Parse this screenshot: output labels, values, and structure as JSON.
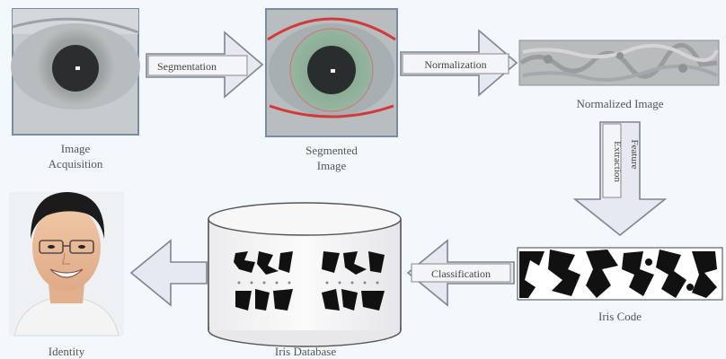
{
  "stages": {
    "acquisition": {
      "caption_line1": "Image",
      "caption_line2": "Acquisition"
    },
    "segmented": {
      "caption_line1": "Segmented",
      "caption_line2": "Image"
    },
    "normalized": {
      "caption": "Normalized Image"
    },
    "iris_code": {
      "caption": "Iris Code"
    },
    "database": {
      "caption": "Iris Database"
    },
    "identity": {
      "caption": "Identity"
    }
  },
  "arrows": {
    "segmentation": "Segmentation",
    "normalization": "Normalization",
    "feature": "Feature",
    "extraction": "Extraction",
    "classification": "Classification"
  },
  "colors": {
    "arrow_fill": "#e6e9f1",
    "arrow_stroke": "#7f8491",
    "segment_ring": "#d23a3a",
    "iris_green": "#7fa08a",
    "pupil": "#2a2d2e"
  }
}
